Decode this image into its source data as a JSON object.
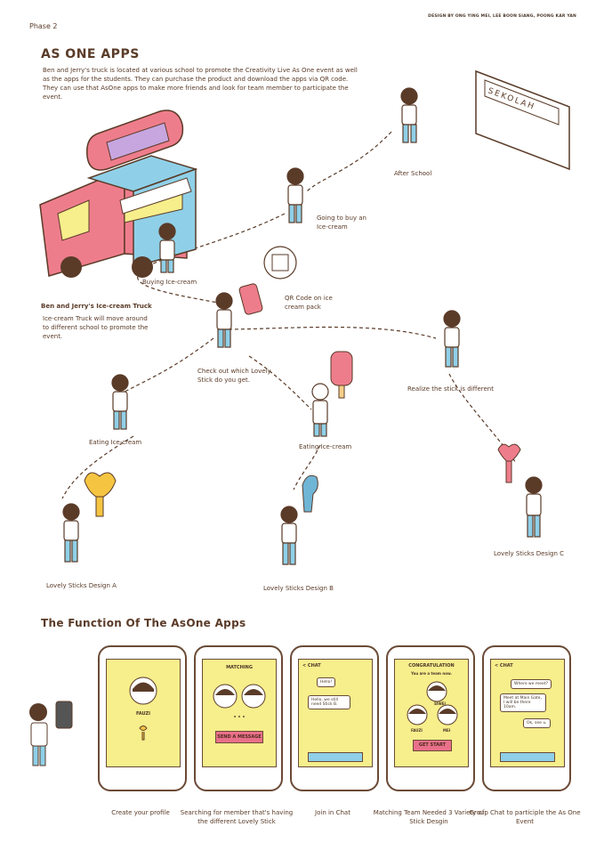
{
  "header": {
    "phase": "Phase 2",
    "credit": "DESIGN BY ONG YING MEI, LEE BOON SIANG, POONG KAR YAN"
  },
  "intro": {
    "title": "AS ONE APPS",
    "text": "Ben and Jerry's truck is located at various school to promote the Creativity Live As One event as well as the apps for the students. They can purchase the product and download the apps via QR code. They can use that AsOne apps to make more friends and look for team member to participate the event."
  },
  "scene": {
    "school_sign": "SEKOLAH",
    "truck_title": "Ben and Jerry's Ice-cream Truck",
    "truck_desc": "Ice-cream Truck will move around to different school to promote the event.",
    "steps": {
      "after_school": "After School",
      "going_to_buy": "Going to buy an Ice-cream",
      "buying": "Buying Ice-cream",
      "qr_code": "QR Code on ice cream pack",
      "check_out": "Check out which Lovely Stick do you get.",
      "realize": "Realize the stick is different",
      "eating_a": "Eating Ice-cream",
      "eating_b": "Eating Ice-cream",
      "design_a": "Lovely Sticks Design A",
      "design_b": "Lovely Sticks Design B",
      "design_c": "Lovely Sticks Design C"
    }
  },
  "functions": {
    "title": "The Function Of The AsOne Apps",
    "phones": [
      {
        "caption": "Create your profile",
        "name": "FAUZI"
      },
      {
        "caption": "Searching for member that's having the different Lovely Stick",
        "heading": "MATCHING",
        "button": "SEND A MESSAGE"
      },
      {
        "caption": "Join in Chat",
        "heading": "< CHAT",
        "msg1": "Hello!",
        "msg2": "Hello, we still need Stick B."
      },
      {
        "caption": "Matching Team Needed 3 Variety of Stick Desgin",
        "heading": "CONGRATULATION",
        "sub": "You are a team now.",
        "m1": "SIWEI",
        "m2": "FAUZI",
        "m3": "MEI",
        "button": "GET START"
      },
      {
        "caption": "Group Chat to participle the As One Event",
        "heading": "< CHAT",
        "msg1": "Where we meet?",
        "msg2": "Meet at Main Gate, I will be there 10am.",
        "msg3": "Ok, see u."
      }
    ]
  },
  "colors": {
    "truck_pink": "#ee7d8c",
    "truck_blue": "#8fd0e8",
    "yellow": "#f7ee8c",
    "ink": "#5a3b28"
  }
}
